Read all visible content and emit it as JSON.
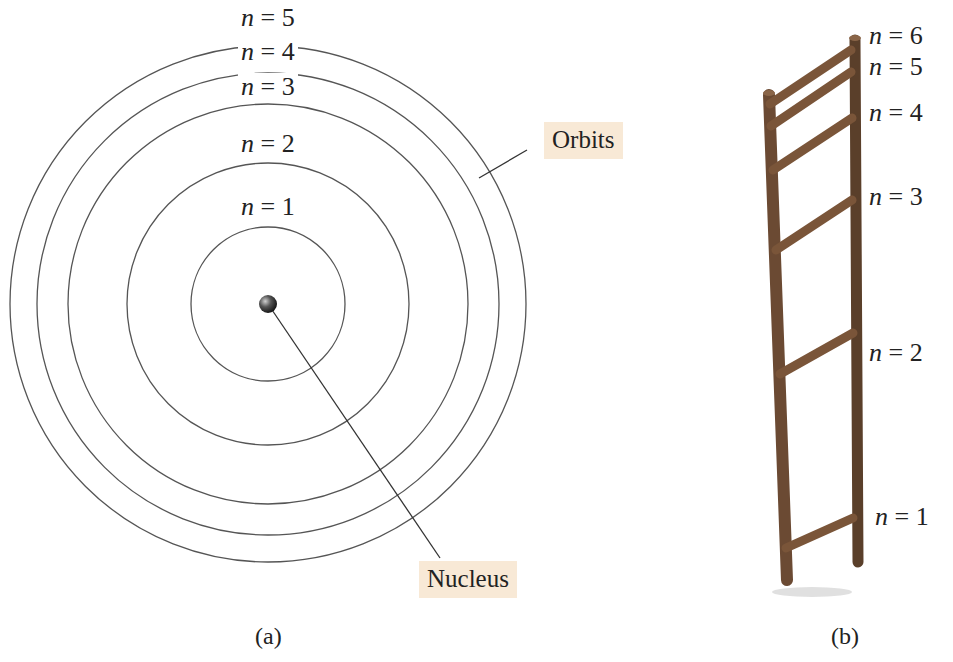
{
  "diagram": {
    "nodes": [
      {
        "text": [
          "Orbits"
        ]
      },
      {
        "text": [
          "Nucleus"
        ]
      }
    ],
    "edges": [],
    "labels": [
      "n = 5",
      "n = 4",
      "n = 3",
      "n = 2",
      "n = 1",
      "n = 6",
      "n = 5",
      "n = 4",
      "n = 3",
      "n = 2",
      "n = 1",
      "(a)",
      "(b)"
    ]
  }
}
